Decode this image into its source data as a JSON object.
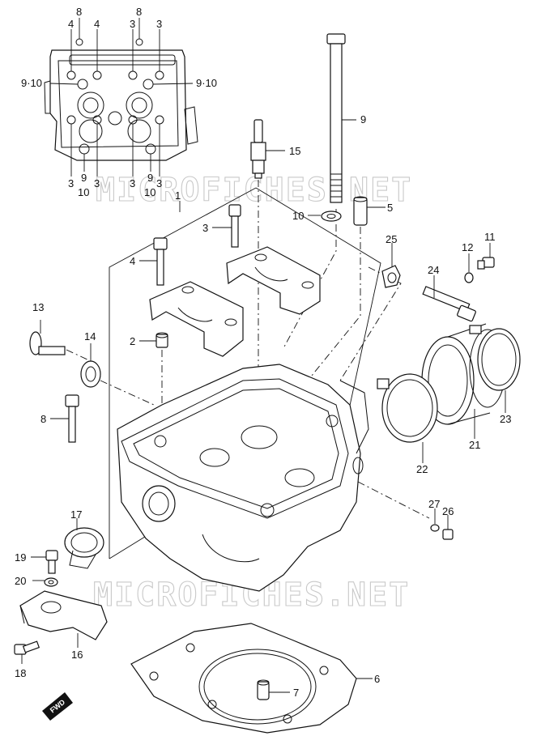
{
  "watermark": "MICROFICHES.NET",
  "fwd_badge": "FWD",
  "inset_labels": {
    "l8a": "8",
    "l4a": "4",
    "l4b": "4",
    "l8b": "8",
    "l3a": "3",
    "l3b": "3",
    "l910a": "9·10",
    "l910b": "9·10",
    "l3c": "3",
    "l9a": "9",
    "l3d": "3",
    "l10a": "10",
    "l3e": "3",
    "l9b": "9",
    "l3f": "3",
    "l10b": "10"
  },
  "callouts": {
    "p1": "1",
    "p2": "2",
    "p3": "3",
    "p4": "4",
    "p5": "5",
    "p6": "6",
    "p7": "7",
    "p8": "8",
    "p9": "9",
    "p10": "10",
    "p11": "11",
    "p12": "12",
    "p13": "13",
    "p14": "14",
    "p15": "15",
    "p16": "16",
    "p17": "17",
    "p18": "18",
    "p19": "19",
    "p20": "20",
    "p21": "21",
    "p22": "22",
    "p23": "23",
    "p24": "24",
    "p25": "25",
    "p26": "26",
    "p27": "27"
  }
}
